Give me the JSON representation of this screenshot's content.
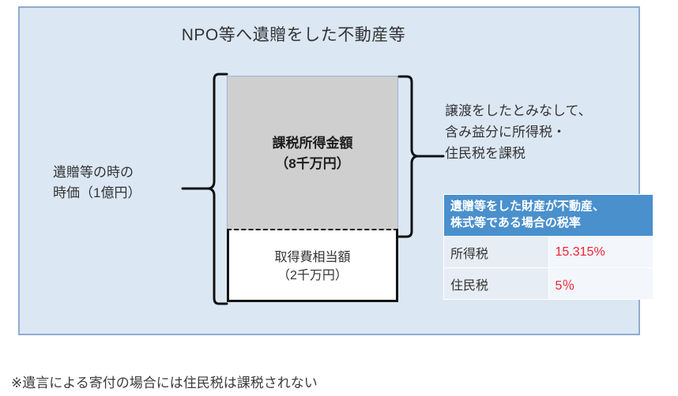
{
  "diagram": {
    "title": "NPO等へ遺贈をした不動産等",
    "panel_bg_color": "#dce7f4",
    "panel_border_color": "#8faccd",
    "taxable_box": {
      "label": "課税所得金額",
      "amount": "（8千万円）",
      "fill_color": "#cfcfcf"
    },
    "cost_box": {
      "label": "取得費相当額",
      "amount": "（2千万円）",
      "fill_color": "#ffffff"
    },
    "left_caption": {
      "line1": "遺贈等の時の",
      "line2": "時価（1億円）"
    },
    "right_caption": {
      "line1": "譲渡をしたとみなして、",
      "line2": "含み益分に所得税・",
      "line3": "住民税を課税"
    }
  },
  "rate_table": {
    "header_line1": "遺贈等をした財産が不動産、",
    "header_line2": "株式等である場合の税率",
    "header_bg_color": "#4a90cc",
    "value_color": "#ee2233",
    "rows": [
      {
        "label": "所得税",
        "value": "15.315%"
      },
      {
        "label": "住民税",
        "value": "5％"
      }
    ]
  },
  "footnote": {
    "text": "※遺言による寄付の場合には住民税は課税されない"
  }
}
